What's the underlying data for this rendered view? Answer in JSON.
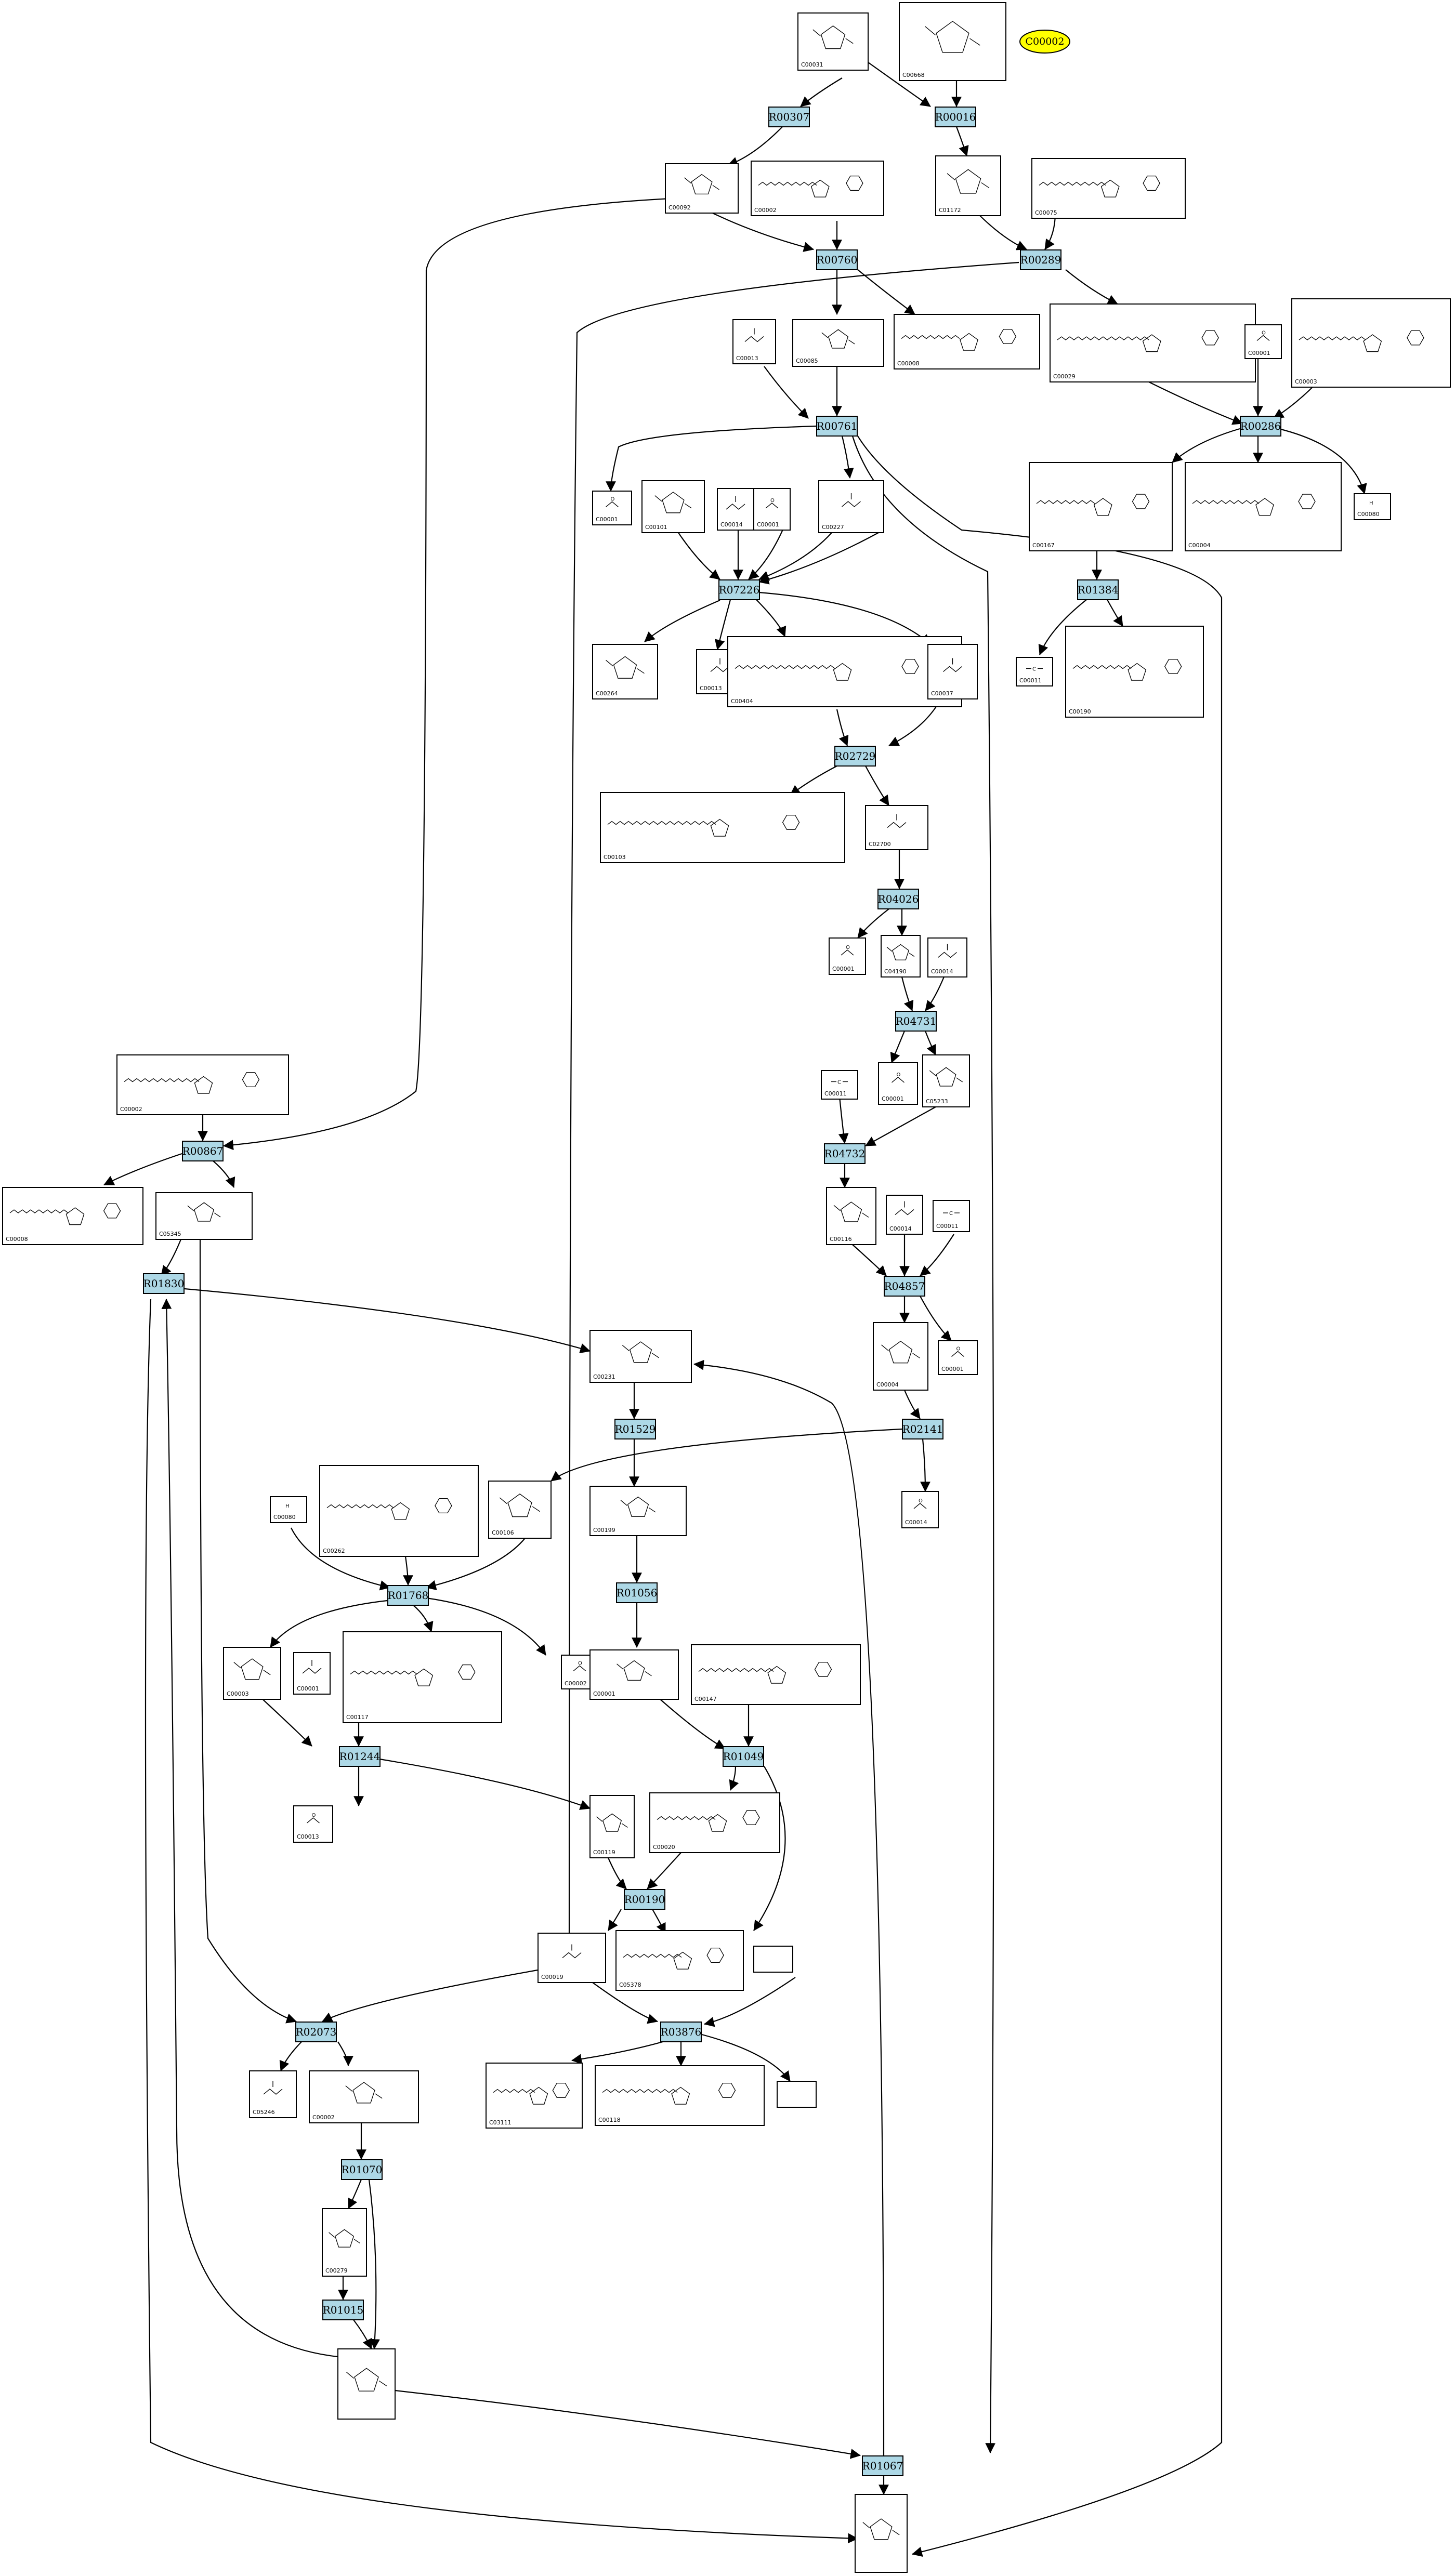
{
  "highlight": "C00002",
  "reactions": [
    "R00307",
    "R00016",
    "R00760",
    "R00289",
    "R00761",
    "R00286",
    "R07226",
    "R01384",
    "R02729",
    "R04026",
    "R04731",
    "R04732",
    "R04857",
    "R02141",
    "R00867",
    "R01830",
    "R01529",
    "R01768",
    "R01056",
    "R01244",
    "R01049",
    "R00190",
    "R02073",
    "R03876",
    "R01070",
    "R01015",
    "R01067"
  ],
  "compounds": {
    "a01": "C00031",
    "a02": "C00668",
    "a03": "C00092",
    "a04": "C00002",
    "a05": "C01172",
    "a06": "C00075",
    "a07": "C00085",
    "a08": "C00013",
    "a09": "C00008",
    "a10": "C00029",
    "a11": "C00001",
    "a12": "C00003",
    "a13": "C00001",
    "a14": "C00014",
    "a15": "C00101",
    "a16": "C00001",
    "a17": "C00227",
    "a18": "C00167",
    "a19": "C00004",
    "a20": "C00080",
    "a21": "C00264",
    "a22": "C00013",
    "a23": "C00404",
    "a24": "C00037",
    "a25": "C00011",
    "a26": "C00190",
    "a27": "C00103",
    "a28": "C02700",
    "a29": "C00001",
    "a30": "C04190",
    "a31": "C00014",
    "a32": "C00011",
    "a33": "C00001",
    "a34": "C05233",
    "a35": "C00002",
    "a36": "C00008",
    "a37": "C05345",
    "a38": "C00116",
    "a39": "C00014",
    "a40": "C00011",
    "a41": "C00231",
    "a42": "C00001",
    "a43": "C00004",
    "a44": "C00080",
    "a45": "C00106",
    "a46": "C00199",
    "a47": "C00262",
    "a48": "C00014",
    "a49": "C00003",
    "a50": "C00001",
    "a51": "C00117",
    "a52": "C00002",
    "a53": "C00001",
    "a54": "C00147",
    "a55": "C00119",
    "a56": "C00013",
    "a57": "C00020",
    "a58": "C00019",
    "a59": "C05378",
    "a60": "C05246",
    "a61": "C00002",
    "a62": "C03111",
    "a63": "C00118",
    "a64": "C00279"
  }
}
